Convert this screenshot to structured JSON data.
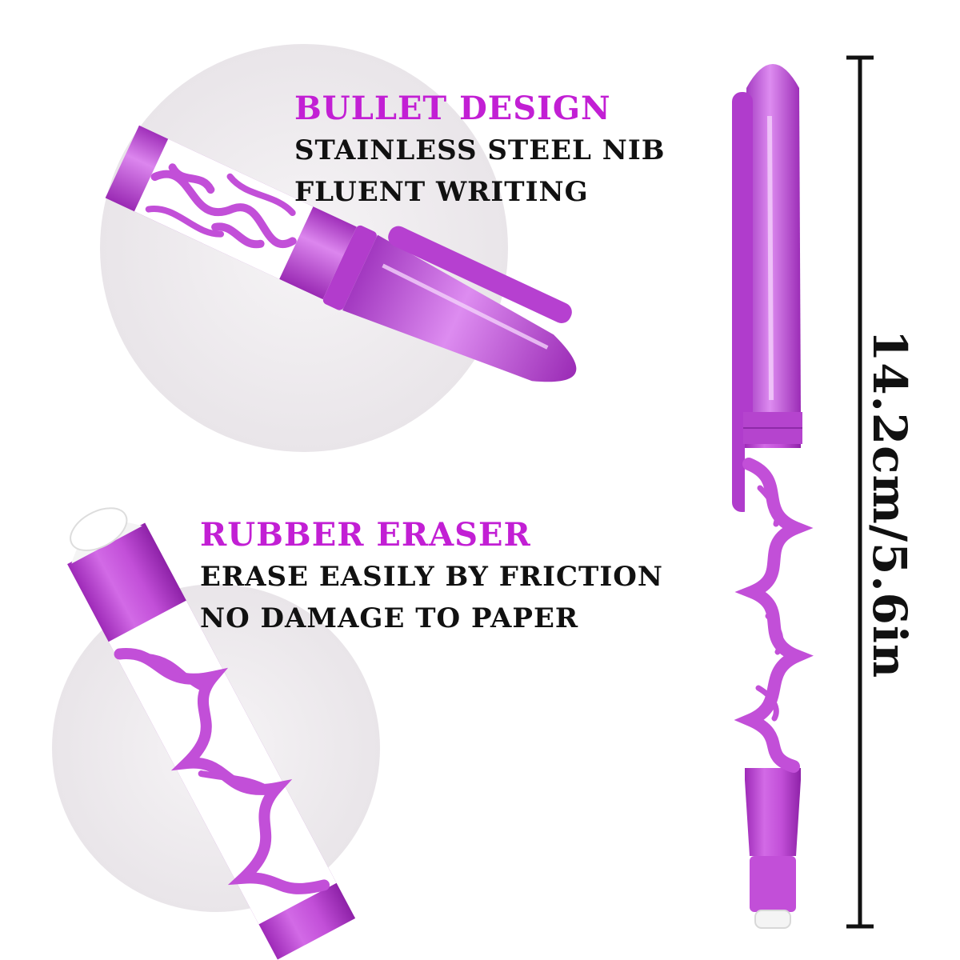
{
  "features": [
    {
      "title": "BULLET DESIGN",
      "lines": [
        "STAINLESS STEEL NIB",
        "FLUENT WRITING"
      ]
    },
    {
      "title": "RUBBER ERASER",
      "lines": [
        "ERASE EASILY BY FRICTION",
        "NO DAMAGE TO PAPER"
      ]
    }
  ],
  "dimension": {
    "label": "14.2cm/5.6in"
  },
  "colors": {
    "accent": "#c21fd4",
    "pen_body": "#c44fd8",
    "pen_dark": "#9a2cb0",
    "circle_bg": "#f0eef0",
    "text": "#111111"
  },
  "illustrations": [
    "pen-tip-closeup",
    "pen-eraser-closeup",
    "full-pen"
  ]
}
